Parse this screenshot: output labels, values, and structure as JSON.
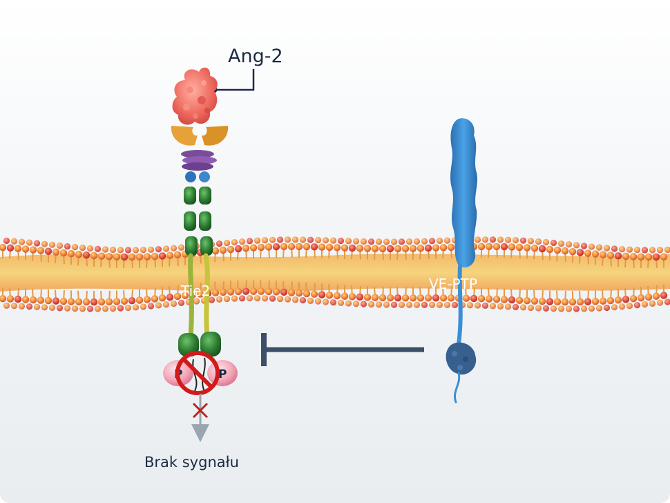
{
  "labels": {
    "ang2": "Ang-2",
    "tie2": "Tie2",
    "veptp": "VE-PTP",
    "no_signal": "Brak sygnału",
    "phospho_left": "P",
    "phospho_right": "P"
  },
  "colors": {
    "text_dark": "#1b2a44",
    "membrane_orange": "#e8843a",
    "membrane_red": "#d94a33",
    "membrane_yellow": "#efc64a",
    "ang2_red": "#ee6a5f",
    "tie2_green": "#2e7d32",
    "veptp_blue": "#3a8fd6",
    "veptp_dark_blue": "#37608f",
    "inhibitor_bar": "#3b5068",
    "prohibition_red": "#d11b1b",
    "phospho_pink": "#f2a7b8",
    "arrow_gray": "#9aa5b1"
  },
  "icons": {
    "prohibition": "no-sign-icon",
    "cross": "cross-icon",
    "arrow": "arrow-down-icon"
  }
}
